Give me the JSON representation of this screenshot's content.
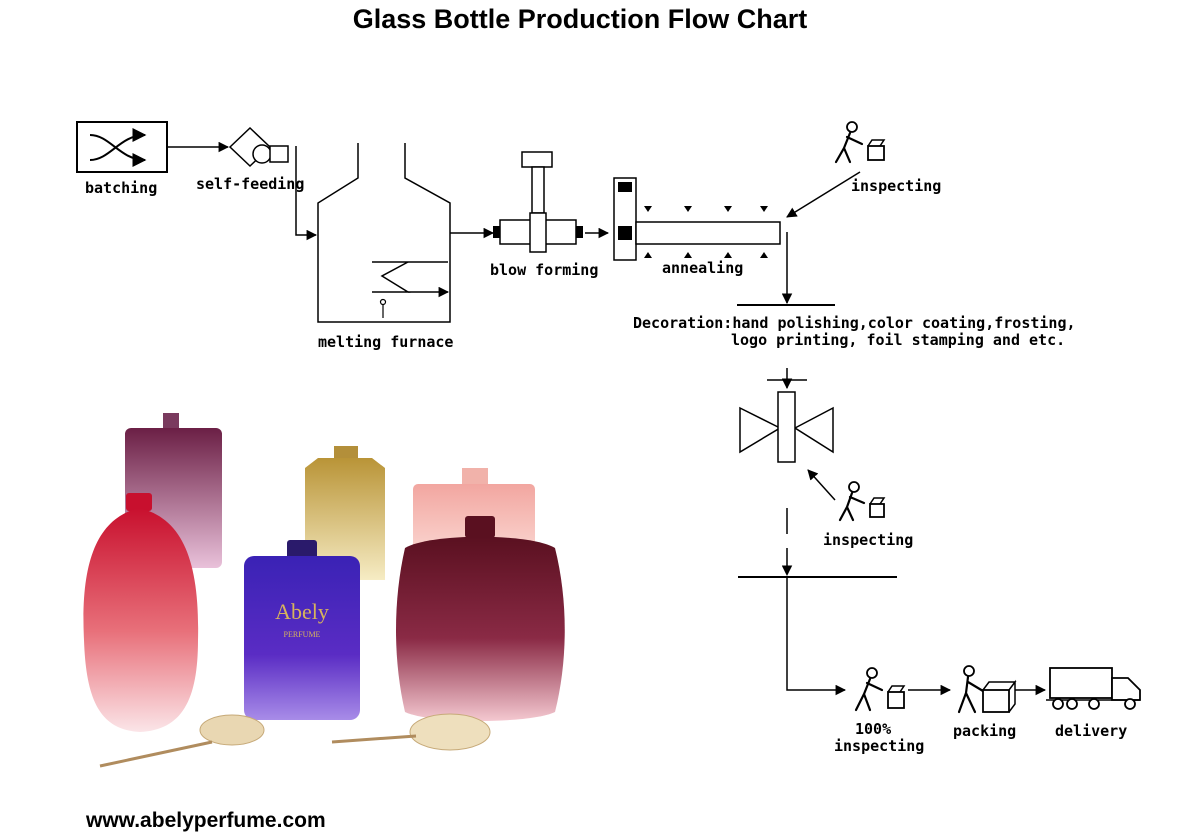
{
  "title": "Glass Bottle Production Flow Chart",
  "steps": {
    "batching": "batching",
    "self_feeding": "self-feeding",
    "melting_furnace": "melting furnace",
    "blow_forming": "blow forming",
    "annealing": "annealing",
    "inspecting_1": "inspecting",
    "decoration_line1": "Decoration:hand polishing,color coating,frosting,",
    "decoration_line2": "logo printing, foil stamping and etc.",
    "inspecting_2": "inspecting",
    "final_inspecting_line1": "100%",
    "final_inspecting_line2": "inspecting",
    "packing": "packing",
    "delivery": "delivery"
  },
  "product_photo": {
    "brand": "Abely",
    "subbrand": "PERFUME"
  },
  "website": "www.abelyperfume.com",
  "colors": {
    "line": "#000000",
    "bottle_red": "#c8102e",
    "bottle_purple": "#4b1fa8",
    "bottle_plum": "#7a1c3a",
    "bottle_gold": "#d9b65a",
    "bottle_pink": "#f3b2ad",
    "bottle_mauve": "#8a3a66",
    "brand_gold": "#d8b45c"
  }
}
